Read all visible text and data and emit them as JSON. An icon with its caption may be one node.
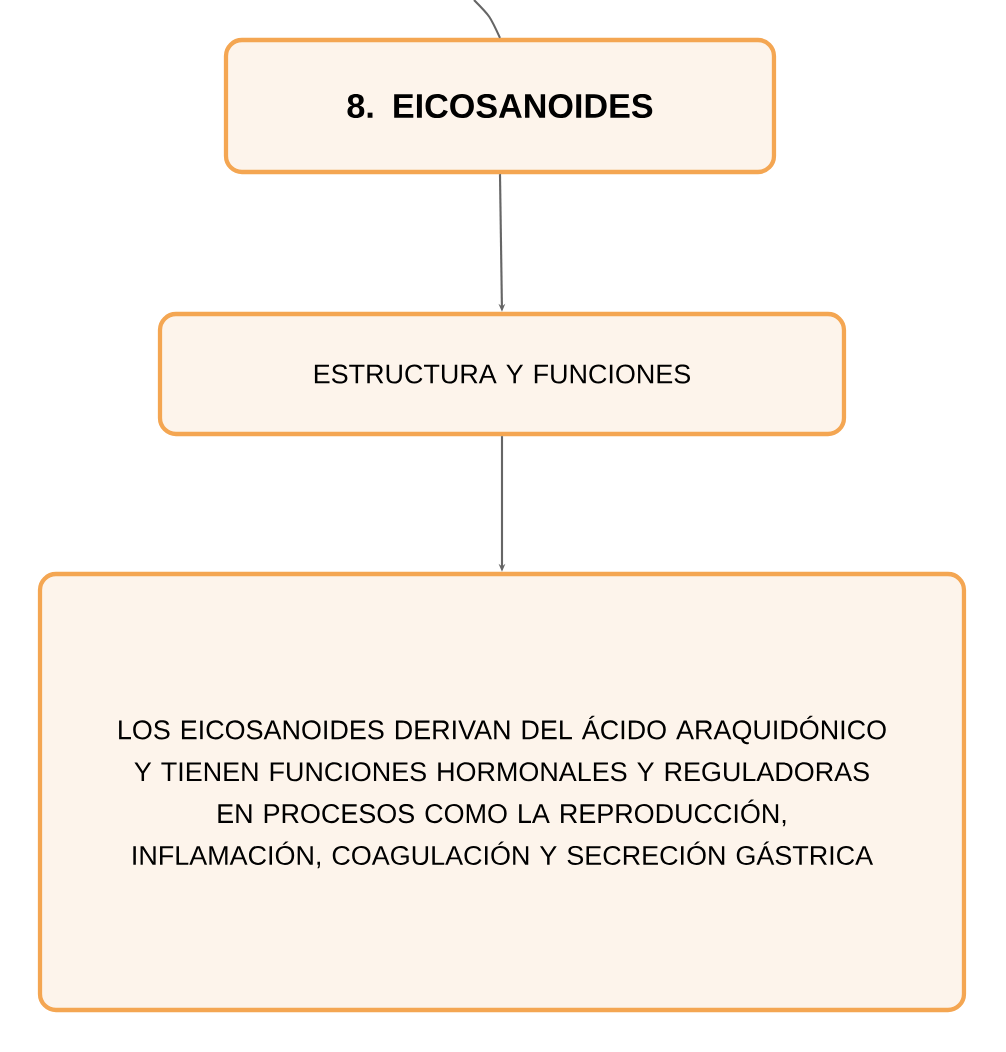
{
  "diagram": {
    "nodes": [
      {
        "text": [
          "8. EICOSANOIDES"
        ]
      },
      {
        "text": [
          "ESTRUCTURA Y FUNCIONES"
        ]
      },
      {
        "text": [
          "LOS EICOSANOIDES DERIVAN DEL ÁCIDO ARAQUIDÓNICO Y TIENEN FUNCIONES HORMONALES Y REGULADORAS EN PROCESOS COMO LA REPRODUCCIÓN, INFLAMACIÓN, COAGULACIÓN Y SECRECIÓN GÁSTRICA"
        ]
      }
    ],
    "edges": [
      {
        "from": null,
        "to": 0,
        "arrow": "none"
      },
      {
        "from": 0,
        "to": 1,
        "arrow": "to"
      },
      {
        "from": 1,
        "to": 2,
        "arrow": "to"
      }
    ]
  }
}
